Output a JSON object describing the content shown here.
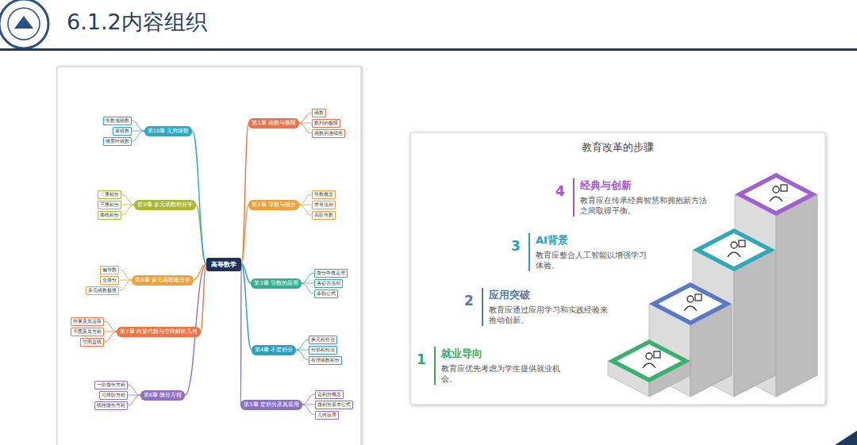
{
  "diagram": {
    "title": "6.1.2内容组织",
    "nodes": [
      {
        "text": [
          "高等数学"
        ]
      },
      {
        "text": [
          "第1章 函数与极限"
        ]
      },
      {
        "text": [
          "第2章 导数与微分"
        ]
      },
      {
        "text": [
          "第3章 导数的应用"
        ]
      },
      {
        "text": [
          "第4章 不定积分"
        ]
      },
      {
        "text": [
          "第5章 定积分及其应用"
        ]
      },
      {
        "text": [
          "第6章 微分方程"
        ]
      },
      {
        "text": [
          "第7章 向量代数与空间解析几何"
        ]
      },
      {
        "text": [
          "第8章 多元函数微分学"
        ]
      },
      {
        "text": [
          "第9章 多元函数积分学"
        ]
      },
      {
        "text": [
          "第10章 无穷级数"
        ]
      },
      {
        "text": [
          "函数"
        ]
      },
      {
        "text": [
          "数列的极限"
        ]
      },
      {
        "text": [
          "函数的连续性"
        ]
      },
      {
        "text": [
          "导数概念"
        ]
      },
      {
        "text": [
          "求导法则"
        ]
      },
      {
        "text": [
          "高阶导数"
        ]
      },
      {
        "text": [
          "微分中值定理"
        ]
      },
      {
        "text": [
          "洛必达法则"
        ]
      },
      {
        "text": [
          "泰勒公式"
        ]
      },
      {
        "text": [
          "换元积分法"
        ]
      },
      {
        "text": [
          "分部积分法"
        ]
      },
      {
        "text": [
          "有理函数积分"
        ]
      },
      {
        "text": [
          "定积分概念"
        ]
      },
      {
        "text": [
          "微积分基本公式"
        ]
      },
      {
        "text": [
          "几何应用"
        ]
      },
      {
        "text": [
          "一阶微分方程"
        ]
      },
      {
        "text": [
          "可降阶方程"
        ]
      },
      {
        "text": [
          "线性微分方程"
        ]
      },
      {
        "text": [
          "向量及其运算"
        ]
      },
      {
        "text": [
          "平面及其方程"
        ]
      },
      {
        "text": [
          "空间直线"
        ]
      },
      {
        "text": [
          "偏导数"
        ]
      },
      {
        "text": [
          "全微分"
        ]
      },
      {
        "text": [
          "多元函数极值"
        ]
      },
      {
        "text": [
          "二重积分"
        ]
      },
      {
        "text": [
          "三重积分"
        ]
      },
      {
        "text": [
          "曲线积分"
        ]
      },
      {
        "text": [
          "常数项级数"
        ]
      },
      {
        "text": [
          "幂级数"
        ]
      },
      {
        "text": [
          "傅里叶级数"
        ]
      },
      {
        "text": [
          "教育改革的步骤"
        ]
      },
      {
        "text": [
          "4",
          "经典与创新",
          "教育应在传承经典智慧和拥抱新方法之间取得平衡。"
        ],
        "in": 41
      },
      {
        "text": [
          "3",
          "AI背景",
          "教育应整合人工智能以增强学习体验。"
        ],
        "in": 41
      },
      {
        "text": [
          "2",
          "应用突破",
          "教育应通过应用学习和实践经验来推动创新。"
        ],
        "in": 41
      },
      {
        "text": [
          "1",
          "就业导向",
          "教育应优先考虑为学生提供就业机会。"
        ],
        "in": 41
      }
    ],
    "edges": [
      {
        "from": 0,
        "to": 1,
        "arrow": "none"
      },
      {
        "from": 0,
        "to": 2,
        "arrow": "none"
      },
      {
        "from": 0,
        "to": 3,
        "arrow": "none"
      },
      {
        "from": 0,
        "to": 4,
        "arrow": "none"
      },
      {
        "from": 0,
        "to": 5,
        "arrow": "none"
      },
      {
        "from": 0,
        "to": 6,
        "arrow": "none"
      },
      {
        "from": 0,
        "to": 7,
        "arrow": "none"
      },
      {
        "from": 0,
        "to": 8,
        "arrow": "none"
      },
      {
        "from": 0,
        "to": 9,
        "arrow": "none"
      },
      {
        "from": 0,
        "to": 10,
        "arrow": "none"
      },
      {
        "from": 1,
        "to": 11,
        "arrow": "none"
      },
      {
        "from": 1,
        "to": 12,
        "arrow": "none"
      },
      {
        "from": 1,
        "to": 13,
        "arrow": "none"
      },
      {
        "from": 2,
        "to": 14,
        "arrow": "none"
      },
      {
        "from": 2,
        "to": 15,
        "arrow": "none"
      },
      {
        "from": 2,
        "to": 16,
        "arrow": "none"
      },
      {
        "from": 3,
        "to": 17,
        "arrow": "none"
      },
      {
        "from": 3,
        "to": 18,
        "arrow": "none"
      },
      {
        "from": 3,
        "to": 19,
        "arrow": "none"
      },
      {
        "from": 4,
        "to": 20,
        "arrow": "none"
      },
      {
        "from": 4,
        "to": 21,
        "arrow": "none"
      },
      {
        "from": 4,
        "to": 22,
        "arrow": "none"
      },
      {
        "from": 5,
        "to": 23,
        "arrow": "none"
      },
      {
        "from": 5,
        "to": 24,
        "arrow": "none"
      },
      {
        "from": 5,
        "to": 25,
        "arrow": "none"
      },
      {
        "from": 6,
        "to": 26,
        "arrow": "none"
      },
      {
        "from": 6,
        "to": 27,
        "arrow": "none"
      },
      {
        "from": 6,
        "to": 28,
        "arrow": "none"
      },
      {
        "from": 7,
        "to": 29,
        "arrow": "none"
      },
      {
        "from": 7,
        "to": 30,
        "arrow": "none"
      },
      {
        "from": 7,
        "to": 31,
        "arrow": "none"
      },
      {
        "from": 8,
        "to": 32,
        "arrow": "none"
      },
      {
        "from": 8,
        "to": 33,
        "arrow": "none"
      },
      {
        "from": 8,
        "to": 34,
        "arrow": "none"
      },
      {
        "from": 9,
        "to": 35,
        "arrow": "none"
      },
      {
        "from": 9,
        "to": 36,
        "arrow": "none"
      },
      {
        "from": 9,
        "to": 37,
        "arrow": "none"
      },
      {
        "from": 10,
        "to": 38,
        "arrow": "none"
      },
      {
        "from": 10,
        "to": 39,
        "arrow": "none"
      },
      {
        "from": 10,
        "to": 40,
        "arrow": "none"
      }
    ]
  }
}
